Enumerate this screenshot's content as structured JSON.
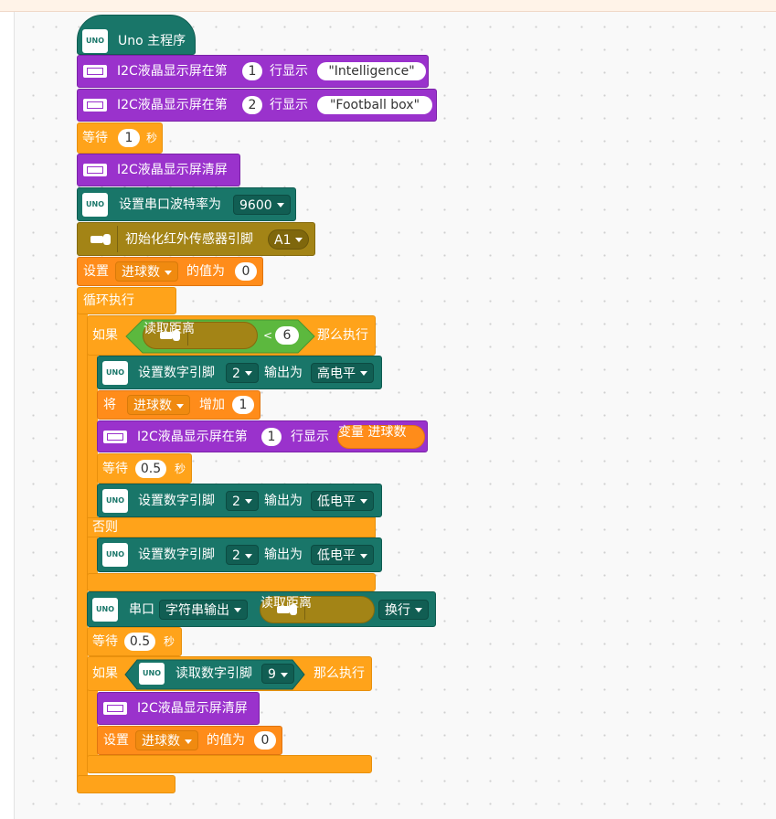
{
  "main": {
    "title": "Uno 主程序",
    "lcd_line1_label": "I2C液晶显示屏在第",
    "lcd_line1_num": "1",
    "lcd_line1_mid": "行显示",
    "lcd_line1_text": "\"Intelligence\"",
    "lcd_line2_label": "I2C液晶显示屏在第",
    "lcd_line2_num": "2",
    "lcd_line2_mid": "行显示",
    "lcd_line2_text": "\"Football box\"",
    "wait1_label": "等待",
    "wait1_value": "1",
    "wait1_unit": "秒",
    "lcd_clear_label": "I2C液晶显示屏清屏",
    "baud_label": "设置串口波特率为",
    "baud_value": "9600",
    "ir_init_label": "初始化红外传感器引脚",
    "ir_pin": "A1",
    "set_label": "设置",
    "set_var": "进球数",
    "set_mid": "的值为",
    "set_value": "0",
    "loop_label": "循环执行"
  },
  "if1": {
    "if_label": "如果",
    "read_label": "读取距离",
    "op": "<",
    "threshold": "6",
    "then_label": "那么执行",
    "dw1_label": "设置数字引脚",
    "dw1_pin": "2",
    "dw1_mid": "输出为",
    "dw1_level": "高电平",
    "change_label": "将",
    "change_var": "进球数",
    "change_mid": "增加",
    "change_value": "1",
    "lcd_label": "I2C液晶显示屏在第",
    "lcd_num": "1",
    "lcd_mid": "行显示",
    "lcd_var": "变量 进球数",
    "wait_label": "等待",
    "wait_value": "0.5",
    "wait_unit": "秒",
    "dw2_label": "设置数字引脚",
    "dw2_pin": "2",
    "dw2_mid": "输出为",
    "dw2_level": "低电平",
    "else_label": "否则",
    "dw3_label": "设置数字引脚",
    "dw3_pin": "2",
    "dw3_mid": "输出为",
    "dw3_level": "低电平"
  },
  "serial": {
    "label": "串口",
    "mode": "字符串输出",
    "read_label": "读取距离",
    "newline": "换行"
  },
  "wait2": {
    "label": "等待",
    "value": "0.5",
    "unit": "秒"
  },
  "if2": {
    "if_label": "如果",
    "read_label": "读取数字引脚",
    "pin": "9",
    "then_label": "那么执行",
    "lcd_clear_label": "I2C液晶显示屏清屏",
    "set_label": "设置",
    "set_var": "进球数",
    "set_mid": "的值为",
    "set_value": "0"
  },
  "icons": {
    "uno_text": "UNO",
    "lcd_text": "LCD"
  }
}
